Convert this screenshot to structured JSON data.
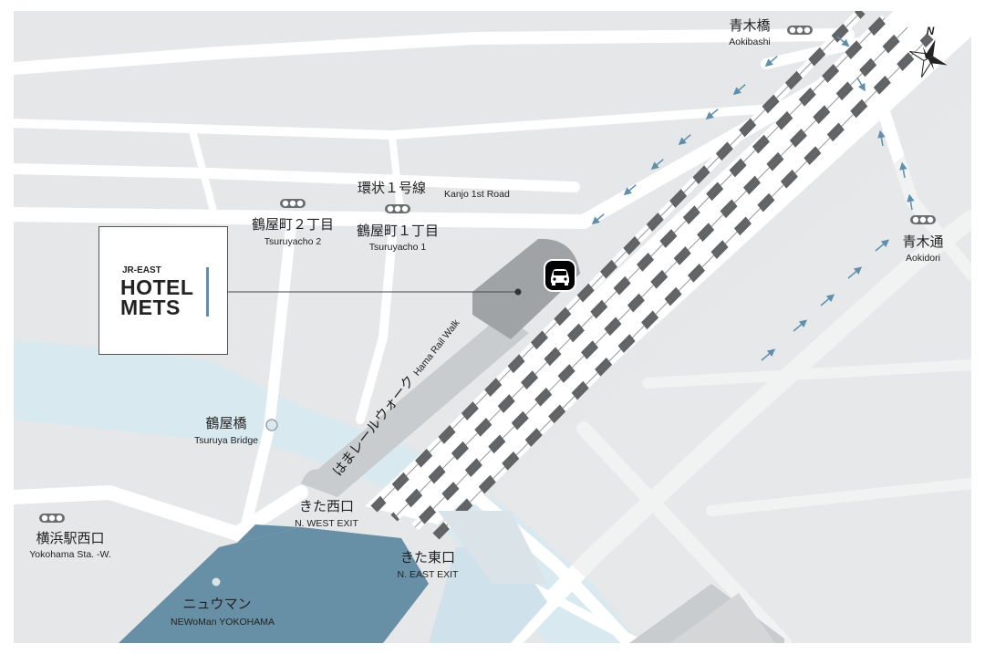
{
  "hotel": {
    "brand_line": "JR-EAST",
    "name_line1": "HOTEL",
    "name_line2": "METS"
  },
  "labels": {
    "aokibashi": {
      "ja": "青木橋",
      "en": "Aokibashi"
    },
    "kanjo": {
      "ja": "環状１号線",
      "en": "Kanjo 1st Road"
    },
    "tsuruyacho2": {
      "ja": "鶴屋町２丁目",
      "en": "Tsuruyacho 2"
    },
    "tsuruyacho1": {
      "ja": "鶴屋町１丁目",
      "en": "Tsuruyacho 1"
    },
    "aokidori": {
      "ja": "青木通",
      "en": "Aokidori"
    },
    "hama_rail_walk": {
      "ja": "はまレールウォーク",
      "en": "Hama Rail Walk"
    },
    "tsuruya_bridge": {
      "ja": "鶴屋橋",
      "en": "Tsuruya Bridge"
    },
    "kita_nishiguchi": {
      "ja": "きた西口",
      "en": "N. WEST EXIT"
    },
    "yokohama_west": {
      "ja": "横浜駅西口",
      "en": "Yokohama Sta. -W."
    },
    "kita_higashiguchi": {
      "ja": "きた東口",
      "en": "N. EAST EXIT"
    },
    "newoman": {
      "ja": "ニュウマン",
      "en": "NEWoMan YOKOHAMA"
    }
  },
  "compass": {
    "letter": "N",
    "icon": "compass-rose-icon"
  },
  "icons": {
    "parking": "car-icon",
    "traffic_light": "traffic-light-icon",
    "station_dot": "location-dot-icon"
  },
  "colors": {
    "block": "#e6e7e8",
    "road": "#ffffff",
    "station": "#9fa3a6",
    "newoman": "#678fa5",
    "river": "#d9e9f0",
    "arrow": "#5e8fab",
    "accent_bar": "#5e8fab"
  }
}
